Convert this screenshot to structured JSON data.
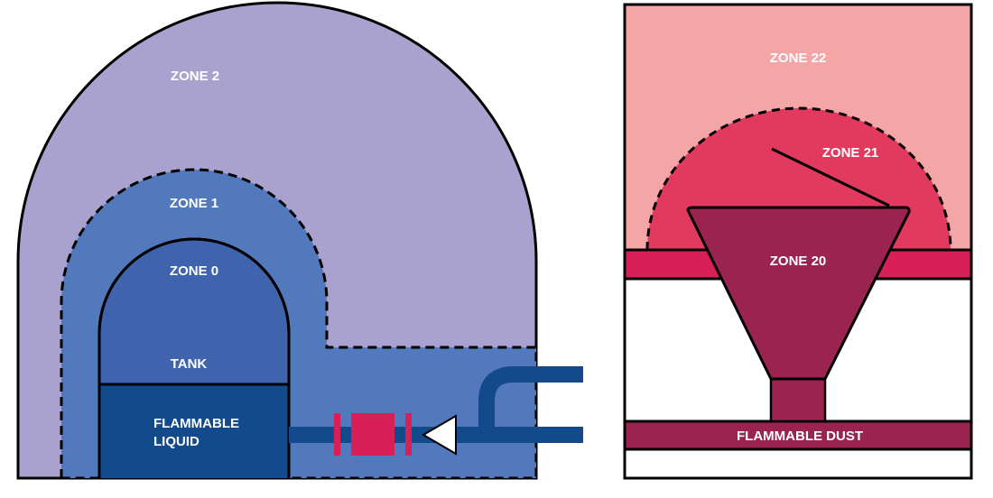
{
  "gas_diagram": {
    "zone2_label": "ZONE 2",
    "zone1_label": "ZONE 1",
    "zone0_label": "ZONE 0",
    "tank_label": "TANK",
    "liquid_label_line1": "FLAMMABLE",
    "liquid_label_line2": "LIQUID"
  },
  "dust_diagram": {
    "zone22_label": "ZONE 22",
    "zone21_label": "ZONE 21",
    "zone20_label": "ZONE 20",
    "dust_label": "FLAMMABLE DUST"
  },
  "colors": {
    "zone2": "#a9a2cf",
    "zone1": "#5279bc",
    "zone0": "#3f63ad",
    "liquid": "#124a8c",
    "pipe": "#124a8c",
    "valve": "#d81f58",
    "zone22": "#f4a5a6",
    "zone21": "#e23a5f",
    "zone20": "#9a2350",
    "dust": "#9a2350",
    "shelf": "#d81f58"
  }
}
